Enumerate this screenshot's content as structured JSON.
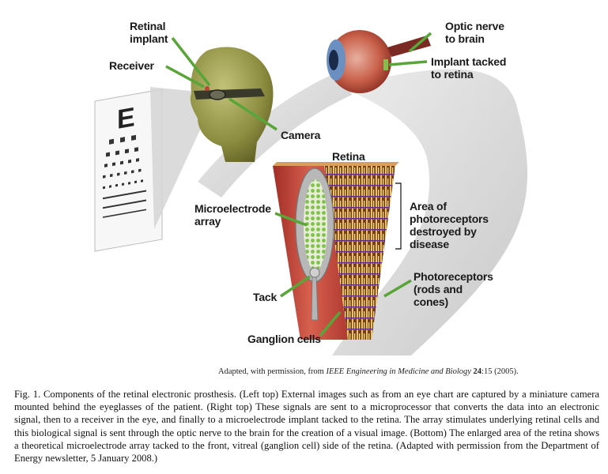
{
  "labels": {
    "retinal_implant": "Retinal\nimplant",
    "receiver": "Receiver",
    "camera": "Camera",
    "optic_nerve": "Optic nerve\nto brain",
    "implant_tacked": "Implant tacked\nto retina",
    "retina": "Retina",
    "microelectrode_array": "Microelectrode\narray",
    "area_photoreceptors": "Area of\nphotoreceptors\ndestroyed by\ndisease",
    "photoreceptors": "Photoreceptors\n(rods and\ncones)",
    "tack": "Tack",
    "ganglion_cells": "Ganglion cells"
  },
  "eye_chart_letter": "E",
  "source_credit": {
    "prefix": "Adapted, with permission, from ",
    "journal": "IEEE Engineering in Medicine and Biology",
    "volume": "24",
    "suffix": ":15 (2005)."
  },
  "caption": "Fig. 1. Components of the retinal electronic prosthesis. (Left top) External images such as from an eye chart are captured by a miniature camera mounted behind the eyeglasses of the patient. (Right top) These signals are sent to a microprocessor that converts the data into an electronic signal, then to a receiver in the eye, and finally to a microelectrode implant tacked to the retina. The array stimulates underlying retinal cells and this biological signal is sent through the optic nerve to the brain for the creation of a visual image. (Bottom) The enlarged area of the retina shows a theoretical microelectrode array tacked to the front, vitreal (ganglion cell) side of the retina. (Adapted with permission from the Department of Energy newsletter, 5 January 2008.)",
  "colors": {
    "pointer_green": "#5aa53a",
    "head_olive": "#8a8a3a",
    "beam_gray": "#d8d8d8",
    "retina_red": "#c0453a",
    "photoreceptor_yellow": "#e3c24a",
    "array_green": "#7ec24a"
  }
}
